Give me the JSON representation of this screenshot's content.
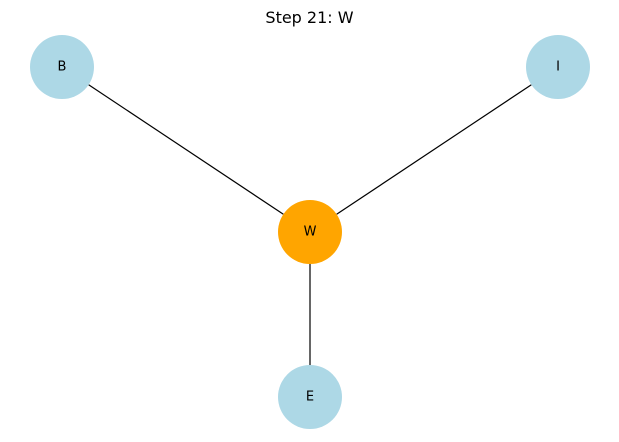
{
  "title": "Step 21: W",
  "colors": {
    "default_node": "#add8e6",
    "highlight_node": "#ffa500",
    "edge": "#000000"
  },
  "nodes": [
    {
      "id": "B",
      "label": "B",
      "highlighted": false
    },
    {
      "id": "I",
      "label": "I",
      "highlighted": false
    },
    {
      "id": "W",
      "label": "W",
      "highlighted": true
    },
    {
      "id": "E",
      "label": "E",
      "highlighted": false
    }
  ],
  "edges": [
    {
      "from": "W",
      "to": "B"
    },
    {
      "from": "W",
      "to": "I"
    },
    {
      "from": "W",
      "to": "E"
    }
  ]
}
